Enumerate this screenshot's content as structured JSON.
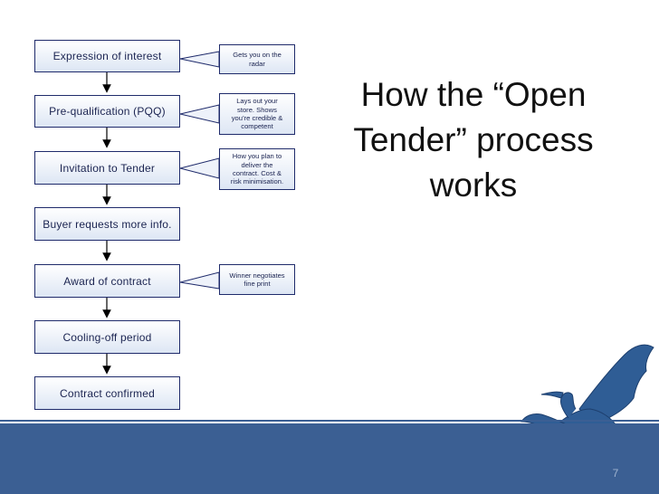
{
  "slide": {
    "title_lines": [
      "How the “Open",
      "Tender” process",
      "works"
    ],
    "page_number": "7",
    "colors": {
      "accent": "#3b5f93",
      "box_border": "#1f2b6b",
      "text": "#1a2350"
    }
  },
  "flowchart": {
    "steps": [
      "Expression of interest",
      "Pre-qualification (PQQ)",
      "Invitation to Tender",
      "Buyer requests more info.",
      "Award of contract",
      "Cooling-off period",
      "Contract confirmed"
    ],
    "callouts": [
      {
        "step": 0,
        "lines": [
          "Gets you on the",
          "radar"
        ]
      },
      {
        "step": 1,
        "lines": [
          "Lays out your",
          "store.  Shows",
          "you’re credible &",
          "competent"
        ]
      },
      {
        "step": 2,
        "lines": [
          "How you plan to",
          "deliver the",
          "contract. Cost &",
          "risk minimisation."
        ]
      },
      {
        "step": 4,
        "lines": [
          "Winner negotiates",
          "fine print"
        ]
      }
    ]
  },
  "decoration": {
    "logo": "heron-silhouette-icon"
  }
}
